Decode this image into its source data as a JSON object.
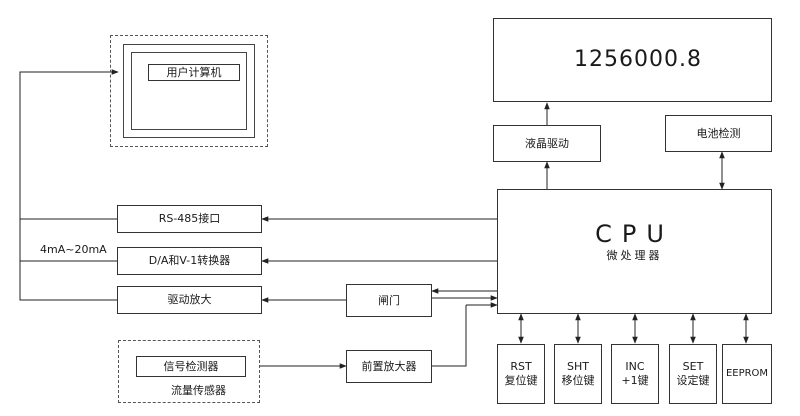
{
  "display": {
    "value": "1256000.8"
  },
  "user_computer": {
    "label": "用户计算机"
  },
  "lcd_driver": {
    "label": "液晶驱动"
  },
  "battery_check": {
    "label": "电池检测"
  },
  "cpu": {
    "title": "CPU",
    "subtitle": "微处理器"
  },
  "rs485": {
    "label": "RS-485接口"
  },
  "current_output": {
    "label": "4mA~20mA"
  },
  "dac": {
    "label": "D/A和V-1转换器"
  },
  "driver_amp": {
    "label": "驱动放大"
  },
  "valve": {
    "label": "闸门"
  },
  "sensor": {
    "detector": "信号检测器",
    "caption": "流量传感器"
  },
  "preamp": {
    "label": "前置放大器"
  },
  "keys": [
    {
      "name": "RST",
      "label": "复位键"
    },
    {
      "name": "SHT",
      "label": "移位键"
    },
    {
      "name": "INC",
      "label": "+1键"
    },
    {
      "name": "SET",
      "label": "设定键"
    },
    {
      "name": "EEPROM",
      "label": ""
    }
  ]
}
